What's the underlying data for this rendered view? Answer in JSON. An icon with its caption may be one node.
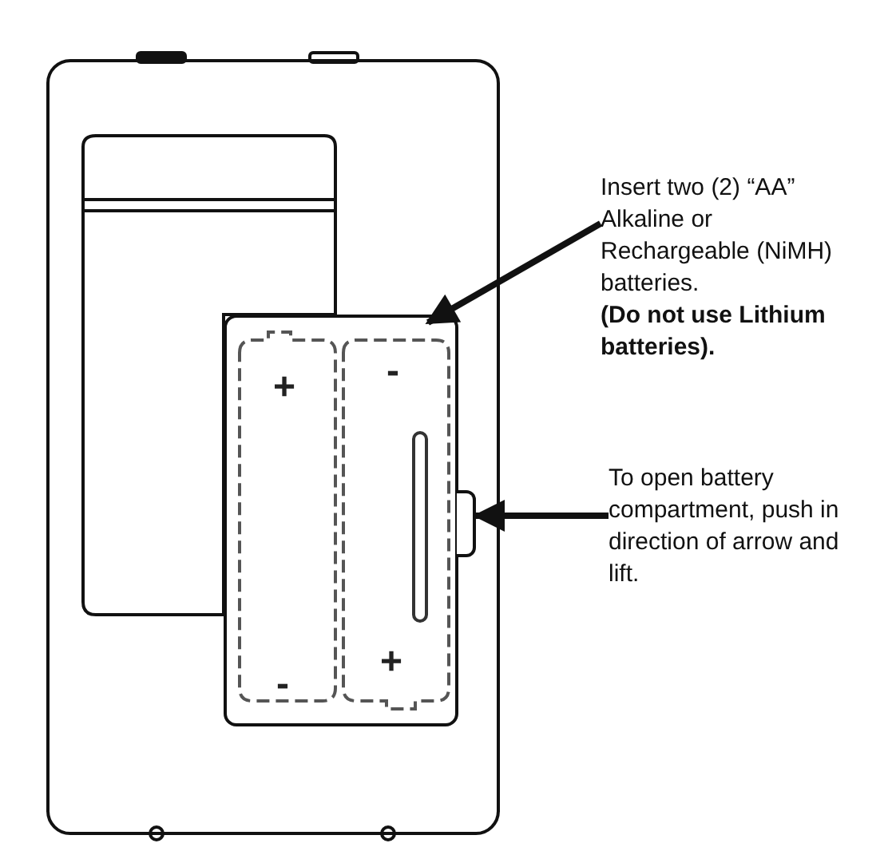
{
  "diagram": {
    "nodes": [
      {
        "text": [
          "Insert two (2) “AA” Alkaline or Rechargeable (NiMH) batteries.",
          "(Do not use Lithium batteries)."
        ]
      },
      {
        "text": [
          "To open battery compartment, push in direction of arrow and lift."
        ]
      },
      {
        "text": [],
        "shape": "box"
      },
      {
        "text": [],
        "shape": "box"
      }
    ],
    "edges": [
      {
        "from": 0,
        "to": 2,
        "arrow": "to"
      },
      {
        "from": 1,
        "to": 3,
        "arrow": "to"
      }
    ],
    "labels": [
      "+",
      "-",
      "-",
      "+"
    ]
  }
}
